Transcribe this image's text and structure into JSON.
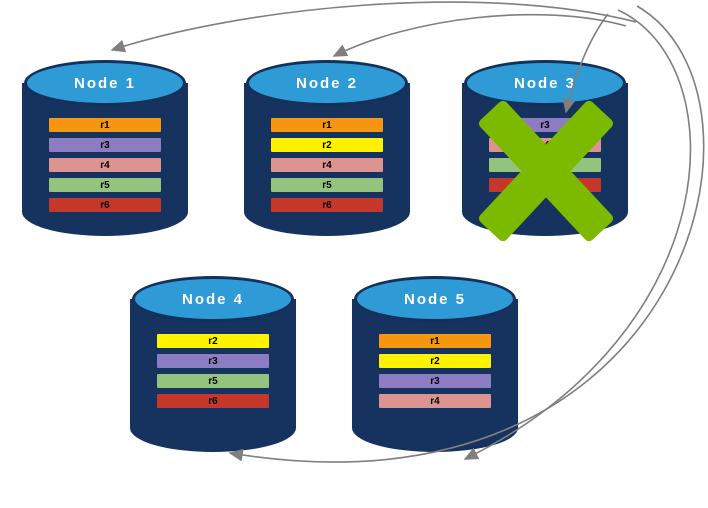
{
  "diagram": {
    "description": "Replicated database cluster with failed node",
    "nodes": [
      {
        "label": "Node 1",
        "failed": false,
        "replicas": [
          {
            "label": "r1",
            "color": "#F6950F"
          },
          {
            "label": "r3",
            "color": "#8E7CC3"
          },
          {
            "label": "r4",
            "color": "#DB9490"
          },
          {
            "label": "r5",
            "color": "#93C47D"
          },
          {
            "label": "r6",
            "color": "#C4372A"
          }
        ]
      },
      {
        "label": "Node 2",
        "failed": false,
        "replicas": [
          {
            "label": "r1",
            "color": "#F6950F"
          },
          {
            "label": "r2",
            "color": "#FFF200"
          },
          {
            "label": "r4",
            "color": "#DB9490"
          },
          {
            "label": "r5",
            "color": "#93C47D"
          },
          {
            "label": "r6",
            "color": "#C4372A"
          }
        ]
      },
      {
        "label": "Node 3",
        "failed": true,
        "replicas": [
          {
            "label": "r3",
            "color": "#8E7CC3"
          },
          {
            "label": "r4",
            "color": "#DB9490"
          },
          {
            "label": "r5",
            "color": "#93C47D"
          },
          {
            "label": "r6",
            "color": "#C4372A"
          }
        ]
      },
      {
        "label": "Node 4",
        "failed": false,
        "replicas": [
          {
            "label": "r2",
            "color": "#FFF200"
          },
          {
            "label": "r3",
            "color": "#8E7CC3"
          },
          {
            "label": "r5",
            "color": "#93C47D"
          },
          {
            "label": "r6",
            "color": "#C4372A"
          }
        ]
      },
      {
        "label": "Node 5",
        "failed": false,
        "replicas": [
          {
            "label": "r1",
            "color": "#F6950F"
          },
          {
            "label": "r2",
            "color": "#FFF200"
          },
          {
            "label": "r3",
            "color": "#8E7CC3"
          },
          {
            "label": "r4",
            "color": "#DB9490"
          }
        ]
      }
    ],
    "colors": {
      "cylinder_body": "#16325E",
      "cylinder_top": "#2E9BD6",
      "arrow": "#7F7F7F",
      "failure_x": "#7CBA00"
    }
  }
}
